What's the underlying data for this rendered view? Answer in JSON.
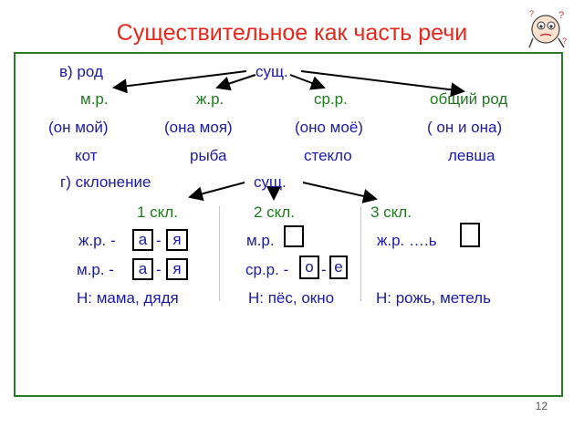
{
  "title": "Существительное как часть речи",
  "page_number": "12",
  "row_gender": {
    "label": "в) род",
    "root": "сущ.",
    "items": [
      "м.р.",
      "ж.р.",
      "ср.р.",
      "общий род"
    ]
  },
  "row_examples_pronoun": [
    "(он мой)",
    "(она моя)",
    "(оно моё)",
    "( он  и она)"
  ],
  "row_examples_words": [
    "кот",
    "рыба",
    "стекло",
    "левша"
  ],
  "row_declension": {
    "label": "г) склонение",
    "root": "сущ.",
    "columns": [
      "1 скл.",
      "2 скл.",
      "3 скл."
    ]
  },
  "decl1": {
    "line1_prefix": "ж.р.  -",
    "line1_end1": "а",
    "line1_sep": "-",
    "line1_end2": "я",
    "line2_prefix": "м.р.  -",
    "line2_end1": "а",
    "line2_sep": "-",
    "line2_end2": "я",
    "example": "Н: мама, дядя"
  },
  "decl2": {
    "line1_prefix": "м.р.",
    "line2_prefix": "ср.р.  -",
    "line2_end1": "о",
    "line2_sep": "-",
    "line2_end2": "е",
    "example": "Н: пёс, окно"
  },
  "decl3": {
    "line1_prefix": "ж.р.  ….ь",
    "example": "Н: рожь, метель"
  }
}
